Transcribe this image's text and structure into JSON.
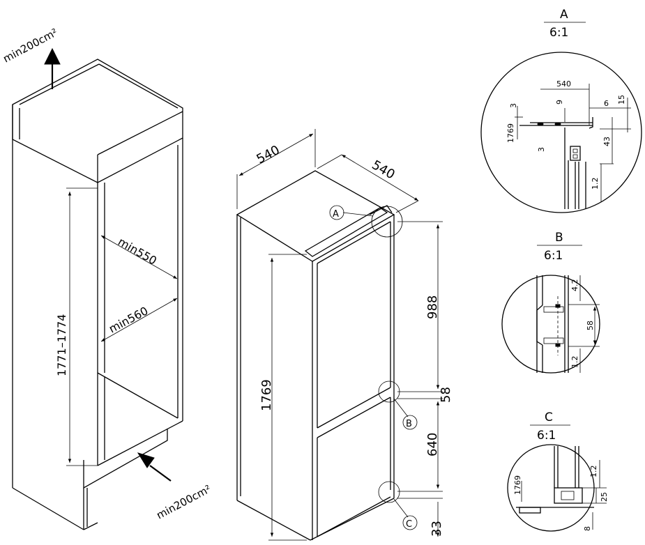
{
  "cabinet": {
    "vent_top": "min200cm²",
    "vent_bottom": "min200cm²",
    "height_range": "1771–1774",
    "depth": "min550",
    "width": "min560"
  },
  "fridge": {
    "width": "540",
    "depth": "540",
    "height": "1769",
    "upper_door": "988",
    "gap": "58",
    "lower_door": "640",
    "base": "33",
    "marker_a": "A",
    "marker_b": "B",
    "marker_c": "C"
  },
  "detail_a": {
    "letter": "A",
    "scale": "6:1",
    "dim_540": "540",
    "dim_9": "9",
    "dim_6": "6",
    "dim_15": "15",
    "dim_3a": "3",
    "dim_3b": "3",
    "dim_1769": "1769",
    "dim_43": "43",
    "dim_12": "1.2"
  },
  "detail_b": {
    "letter": "B",
    "scale": "6:1",
    "dim_42": "4.2",
    "dim_58": "58",
    "dim_12": "1.2"
  },
  "detail_c": {
    "letter": "C",
    "scale": "6:1",
    "dim_12": "1.2",
    "dim_1769": "1769",
    "dim_25": "25",
    "dim_8": "8"
  }
}
